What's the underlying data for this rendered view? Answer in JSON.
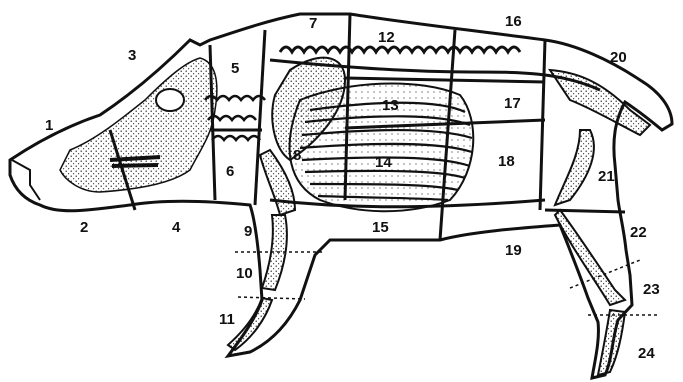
{
  "diagram": {
    "subject": "pig-anatomy-cut-regions",
    "labels": [
      "1",
      "2",
      "3",
      "4",
      "5",
      "6",
      "7",
      "8",
      "9",
      "10",
      "11",
      "12",
      "13",
      "14",
      "15",
      "16",
      "17",
      "18",
      "19",
      "20",
      "21",
      "22",
      "23",
      "24"
    ]
  }
}
